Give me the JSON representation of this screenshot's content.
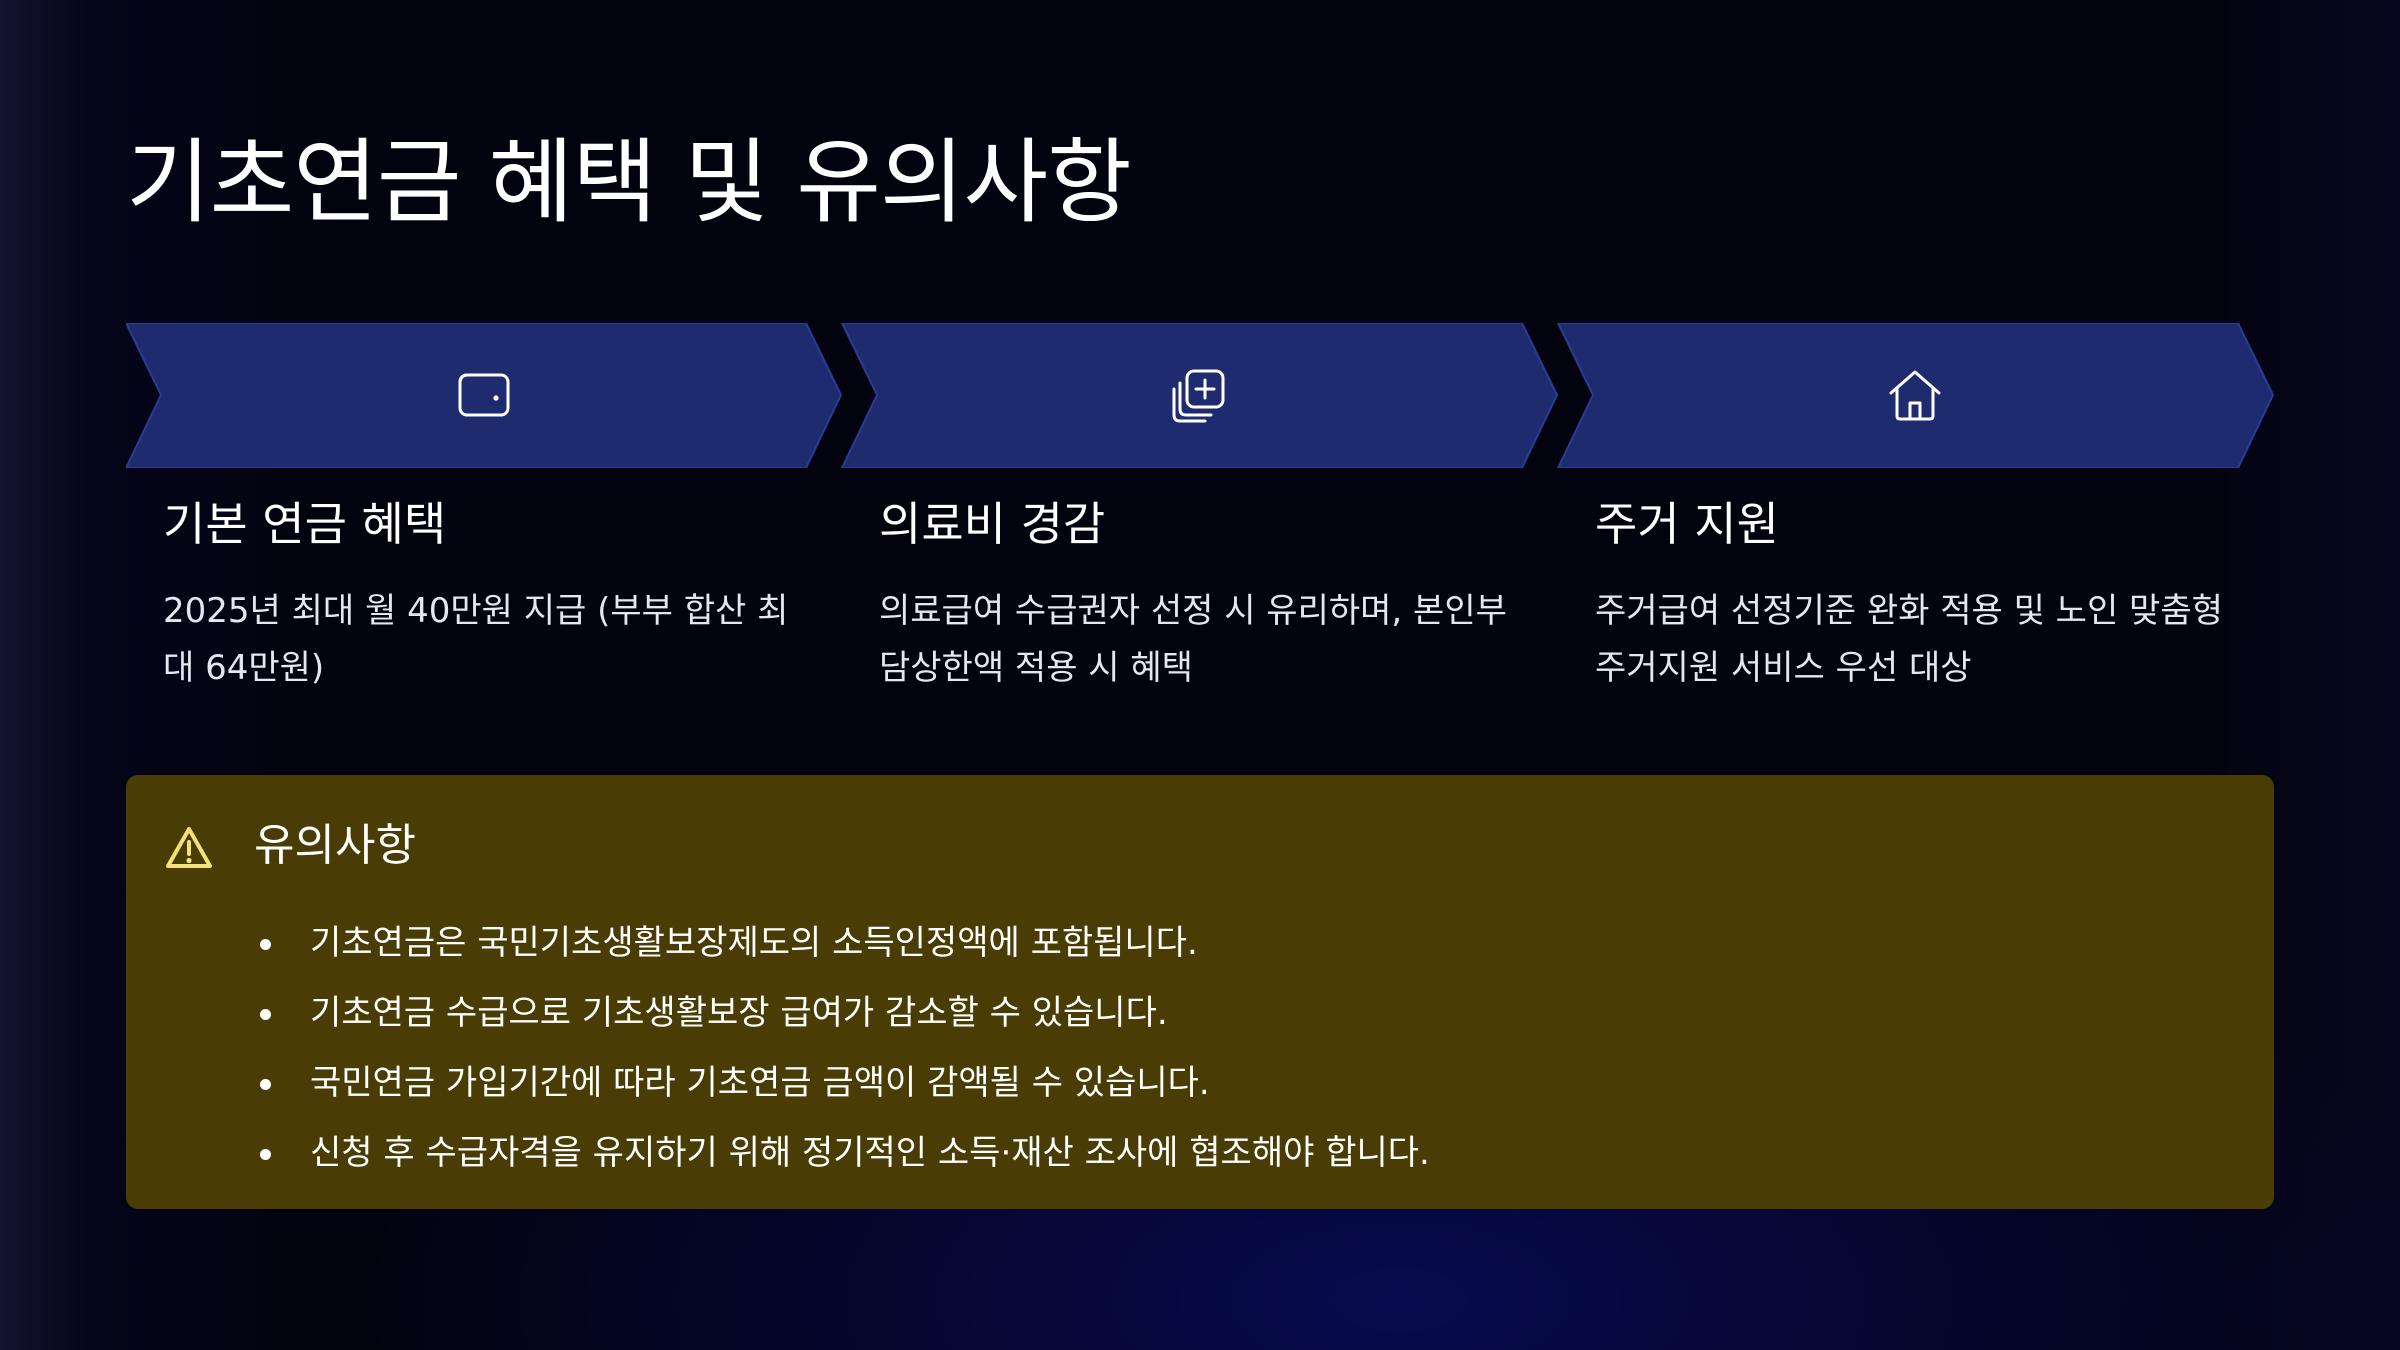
{
  "title": "기초연금 혜택 및 유의사항",
  "colors": {
    "chevron_fill": "#1e2b6e",
    "chevron_stroke": "#2b3d92",
    "notice_bg": "#4a3c05",
    "warning_icon": "#f3e27a"
  },
  "steps": [
    {
      "icon": "wallet-icon",
      "title": "기본 연금 혜택",
      "text": "2025년 최대 월 40만원 지급 (부부 합산 최대 64만원)"
    },
    {
      "icon": "medical-plus-icon",
      "title": "의료비 경감",
      "text": "의료급여 수급권자 선정 시 유리하며, 본인부담상한액 적용 시 혜택"
    },
    {
      "icon": "home-icon",
      "title": "주거 지원",
      "text": "주거급여 선정기준 완화 적용 및 노인 맞춤형 주거지원 서비스 우선 대상"
    }
  ],
  "notice": {
    "icon": "warning-icon",
    "title": "유의사항",
    "items": [
      "기초연금은 국민기초생활보장제도의 소득인정액에 포함됩니다.",
      "기초연금 수급으로 기초생활보장 급여가 감소할 수 있습니다.",
      "국민연금 가입기간에 따라 기초연금 금액이 감액될 수 있습니다.",
      "신청 후 수급자격을 유지하기 위해 정기적인 소득·재산 조사에 협조해야 합니다."
    ]
  }
}
